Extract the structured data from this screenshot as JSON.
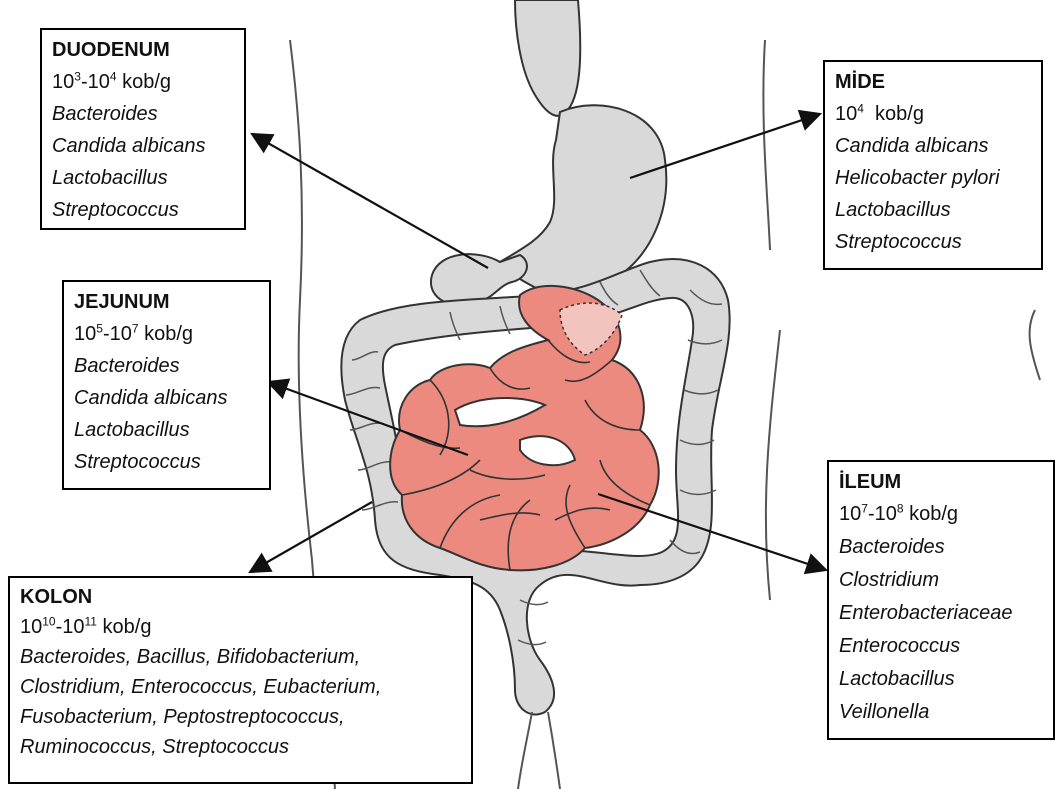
{
  "duodenum": {
    "title": "DUODENUM",
    "count_base": "10",
    "count_exp1": "3",
    "count_mid": "-10",
    "count_exp2": "4",
    "count_unit": " kob/g",
    "organisms": [
      "Bacteroides",
      "Candida albicans",
      "Lactobacillus",
      "Streptococcus"
    ]
  },
  "mide": {
    "title": "MİDE",
    "count_base": "10",
    "count_exp1": "4",
    "count_unit": "  kob/g",
    "organisms": [
      "Candida albicans",
      "Helicobacter pylori",
      "Lactobacillus",
      "Streptococcus"
    ]
  },
  "jejunum": {
    "title": "JEJUNUM",
    "count_base": "10",
    "count_exp1": "5",
    "count_mid": "-10",
    "count_exp2": "7",
    "count_unit": " kob/g",
    "organisms": [
      "Bacteroides",
      "Candida albicans",
      "Lactobacillus",
      "Streptococcus"
    ]
  },
  "ileum": {
    "title": "İLEUM",
    "count_base": "10",
    "count_exp1": "7",
    "count_mid": "-10",
    "count_exp2": "8",
    "count_unit": " kob/g",
    "organisms": [
      "Bacteroides",
      "Clostridium",
      "Enterobacteriaceae",
      "Enterococcus",
      "Lactobacillus",
      "Veillonella"
    ]
  },
  "kolon": {
    "title": "KOLON",
    "count_base": "10",
    "count_exp1": "10",
    "count_mid": "-10",
    "count_exp2": "11",
    "count_unit": " kob/g",
    "organisms": [
      "Bacteroides, Bacillus, Bifidobacterium,",
      "Clostridium, Enterococcus, Eubacterium,",
      "Fusobacterium, Peptostreptococcus,",
      "Ruminococcus, Streptococcus"
    ]
  },
  "colors": {
    "organ_gray": "#d9d9d9",
    "intestine_pink": "#ec8a80",
    "outline": "#333333"
  }
}
